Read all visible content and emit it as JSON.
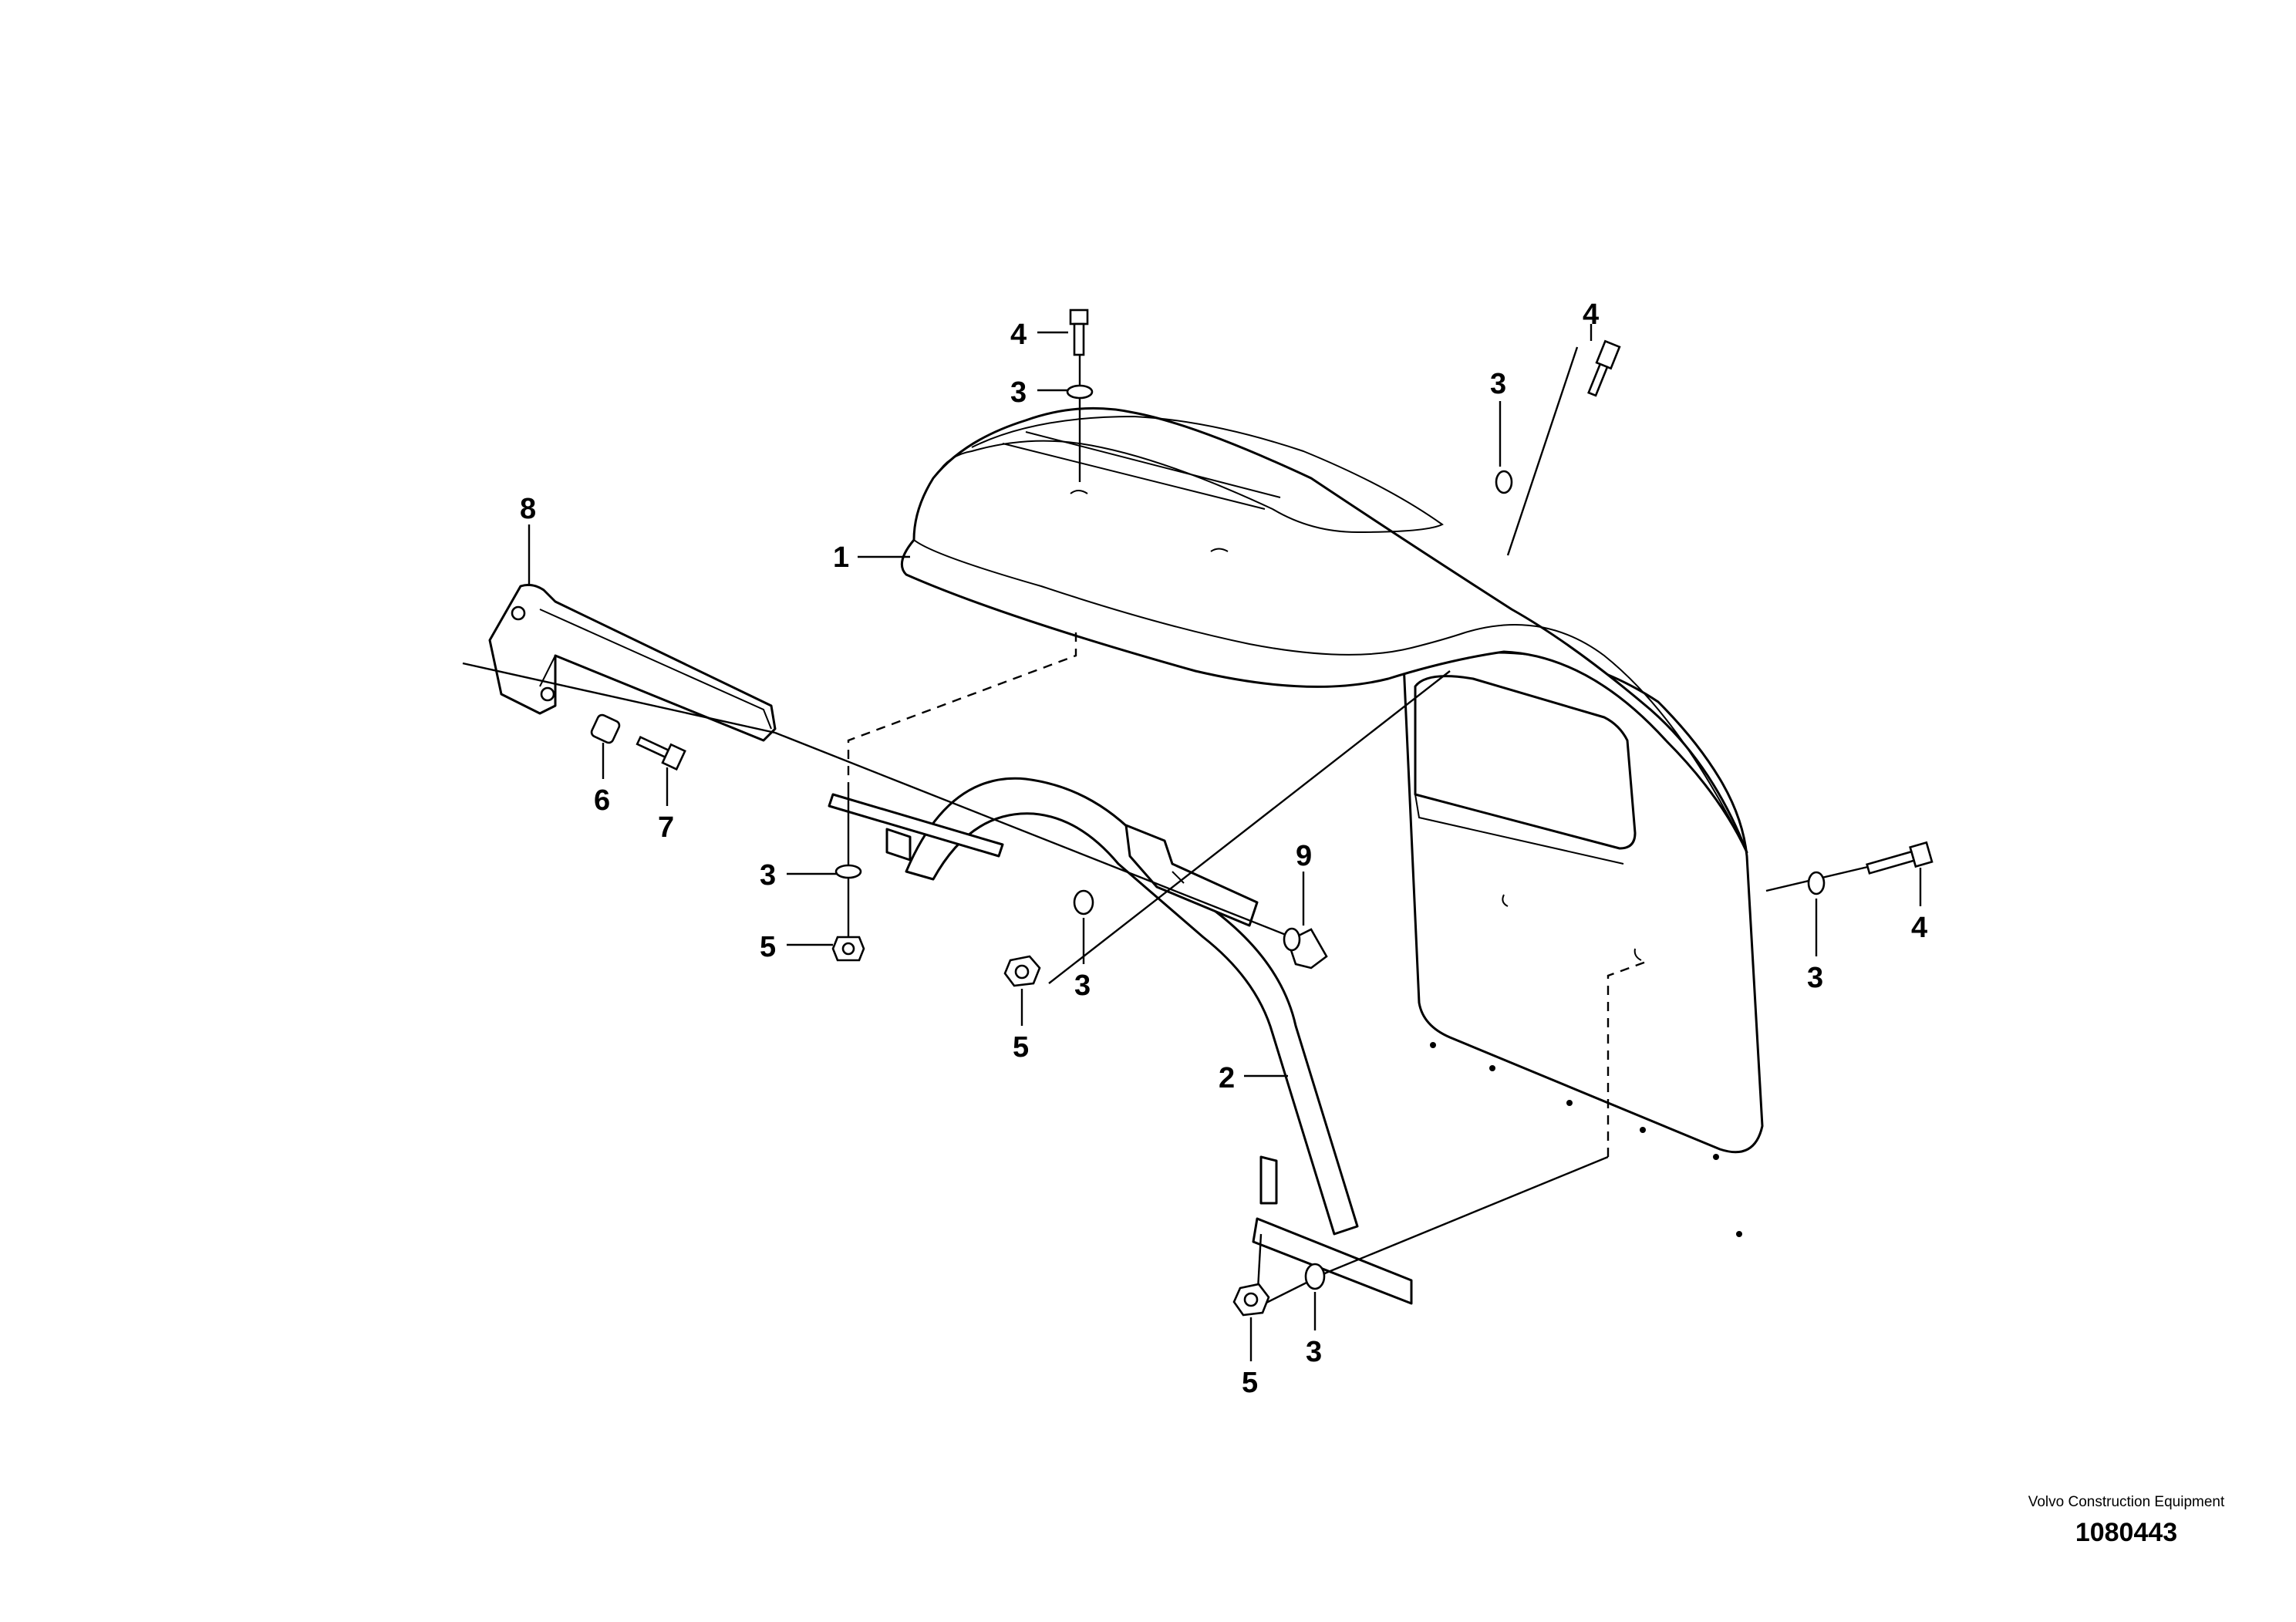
{
  "diagram": {
    "callouts": {
      "c1": "1",
      "c2": "2",
      "c3a": "3",
      "c3b": "3",
      "c3c": "3",
      "c3d": "3",
      "c3e": "3",
      "c3f": "3",
      "c4a": "4",
      "c4b": "4",
      "c4c": "4",
      "c5a": "5",
      "c5b": "5",
      "c5c": "5",
      "c6": "6",
      "c7": "7",
      "c8": "8",
      "c9": "9"
    }
  },
  "footer": {
    "brand": "Volvo Construction Equipment",
    "drawing_number": "1080443"
  }
}
